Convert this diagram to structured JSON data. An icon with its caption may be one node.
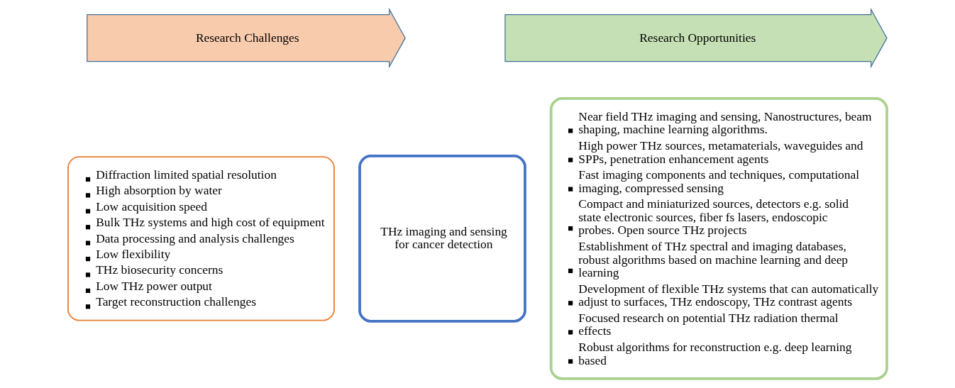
{
  "diagram": {
    "nodes": [
      {
        "text": [
          "Research Challenges"
        ]
      },
      {
        "text": [
          "Research Opportunities"
        ]
      },
      {
        "text": [
          "Diffraction limited spatial resolution",
          "High absorption by water",
          "Low acquisition speed",
          "Bulk THz systems and high cost of equipment",
          "Data processing and analysis challenges",
          "Low flexibility",
          "THz biosecurity concerns",
          "Low THz power output",
          "Target reconstruction challenges"
        ]
      },
      {
        "text": [
          "THz imaging and sensing for cancer detection"
        ]
      },
      {
        "text": [
          "Near field THz imaging and sensing, Nanostructures, beam shaping, machine learning algorithms.",
          "High power THz sources, metamaterials, waveguides and SPPs, penetration enhancement agents",
          "Fast imaging components and techniques, computational imaging, compressed sensing",
          "Compact and miniaturized sources, detectors e.g. solid state electronic sources, fiber fs lasers, endoscopic probes. Open source THz projects",
          "Establishment of THz spectral and imaging databases, robust algorithms based on machine learning and deep learning",
          "Development of flexible THz systems that can automatically adjust to surfaces, THz endoscopy, THz contrast agents",
          "Focused research on potential THz radiation thermal effects",
          "Robust algorithms for reconstruction e.g. deep learning based"
        ]
      }
    ],
    "edges": []
  }
}
